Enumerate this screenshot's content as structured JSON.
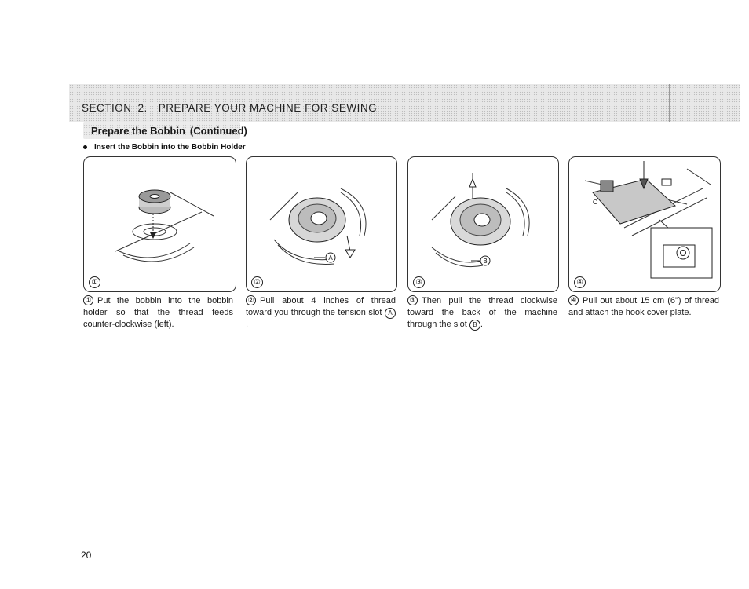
{
  "section": {
    "label": "SECTION",
    "number": "2.",
    "title": "PREPARE YOUR MACHINE FOR SEWING"
  },
  "subheading": {
    "title": "Prepare the Bobbin",
    "continued": "(Continued)"
  },
  "bullet_heading": "Insert the Bobbin into the Bobbin Holder",
  "steps": [
    {
      "number": "①",
      "text": "Put the bobbin into the bobbin holder so that the thread feeds counter-clockwise (left)."
    },
    {
      "number": "②",
      "text": "Pull about 4 inches of thread toward you through the tension slot",
      "slot": "A",
      "end": "."
    },
    {
      "number": "③",
      "text": "Then pull the thread clockwise toward the back of the machine through the slot",
      "slot": "B",
      "end": "."
    },
    {
      "number": "④",
      "text": "Pull out about 15 cm (6\") of thread and attach the hook cover plate."
    }
  ],
  "figure_labels": {
    "panel2_slot": "A",
    "panel3_slot": "B",
    "panel4_marker": "C"
  },
  "page_number": "20"
}
